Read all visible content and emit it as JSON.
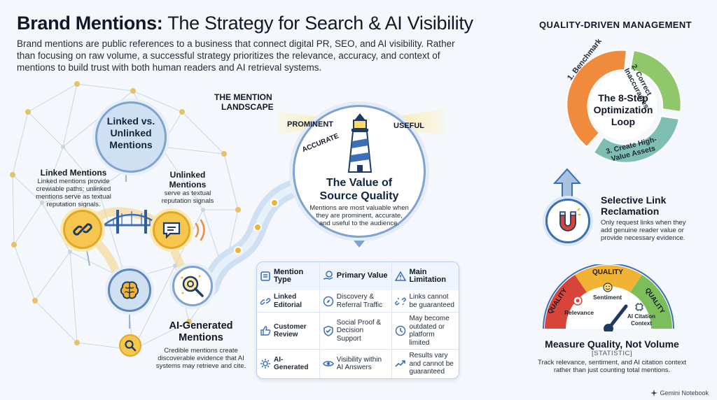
{
  "header": {
    "title_bold": "Brand Mentions:",
    "title_rest": " The Strategy for Search & AI Visibility",
    "intro": "Brand mentions are public references to a business that connect digital PR, SEO, and AI visibility. Rather than focusing on raw volume, a successful strategy prioritizes the relevance, accuracy, and context of mentions to build trust with both human readers and AI retrieval systems."
  },
  "left": {
    "hub_title_1": "Linked vs.",
    "hub_title_2": "Unlinked",
    "hub_title_3": "Mentions",
    "linked_head": "Linked Mentions",
    "linked_text_1": "Linked mentions provide",
    "linked_text_2": "crewiable paths; unlinked",
    "linked_text_3": "mentions serve as textual",
    "linked_text_4": "reputation signals.",
    "unlinked_head_1": "Unlinked",
    "unlinked_head_2": "Mentions",
    "unlinked_text_1": "serve as textual",
    "unlinked_text_2": "reputation signals",
    "ai_head_1": "AI-Generated",
    "ai_head_2": "Mentions",
    "ai_text_1": "Credible mentions create",
    "ai_text_2": "discoverable evidence that AI",
    "ai_text_3": "systems may retrieve and cite."
  },
  "center": {
    "landscape_1": "THE MENTION",
    "landscape_2": "LANDSCAPE",
    "beam_prominent": "PROMINENT",
    "beam_useful": "USEFUL",
    "beam_accurate": "ACCURATE",
    "circle_title_1": "The Value of",
    "circle_title_2": "Source Quality",
    "circle_text_1": "Mentions are most valuable when",
    "circle_text_2": "they are prominent, accurate,",
    "circle_text_3": "and useful to the audience."
  },
  "table": {
    "headers": [
      "Mention Type",
      "Primary Value",
      "Main Limitation"
    ],
    "rows": [
      [
        "Linked Editorial",
        "Discovery & Referral Traffic",
        "Links cannot be guaranteed"
      ],
      [
        "Customer Review",
        "Social Proof & Decision Support",
        "May become outdated or platform limited"
      ],
      [
        "AI-Generated",
        "Visibility within AI Answers",
        "Results vary and cannot be guaranteed"
      ]
    ]
  },
  "right": {
    "section_title": "QUALITY-DRIVEN MANAGEMENT",
    "loop_title_1": "The 8-Step",
    "loop_title_2": "Optimization",
    "loop_title_3": "Loop",
    "loop_step_1": "1. Benchmark",
    "loop_step_2a": "2. Correct",
    "loop_step_2b": "Inaccuracies",
    "loop_step_3a": "3. Create High-",
    "loop_step_3b": "Value Assets",
    "reclaim_head_1": "Selective Link",
    "reclaim_head_2": "Reclamation",
    "reclaim_text_1": "Only request links when they",
    "reclaim_text_2": "add genuine reader value or",
    "reclaim_text_3": "provide necessary evidence.",
    "gauge_quality": "QUALITY",
    "gauge_relevance": "Relevance",
    "gauge_sentiment": "Sentiment",
    "gauge_ai_1": "AI Citation",
    "gauge_ai_2": "Context",
    "measure_head": "Measure Quality, Not Volume",
    "statistic": "[STATISTIC]",
    "measure_text_1": "Track relevance, sentiment, and AI citation context",
    "measure_text_2": "rather than just counting total mentions."
  },
  "footer": {
    "brand": "Gemini Notebook"
  },
  "colors": {
    "navy": "#0f2540",
    "accent_blue": "#3b6fb6",
    "gold": "#f2b233",
    "orange": "#f08a3c",
    "green": "#7cbf5a",
    "teal": "#6fb7a7",
    "red": "#d9443a"
  }
}
